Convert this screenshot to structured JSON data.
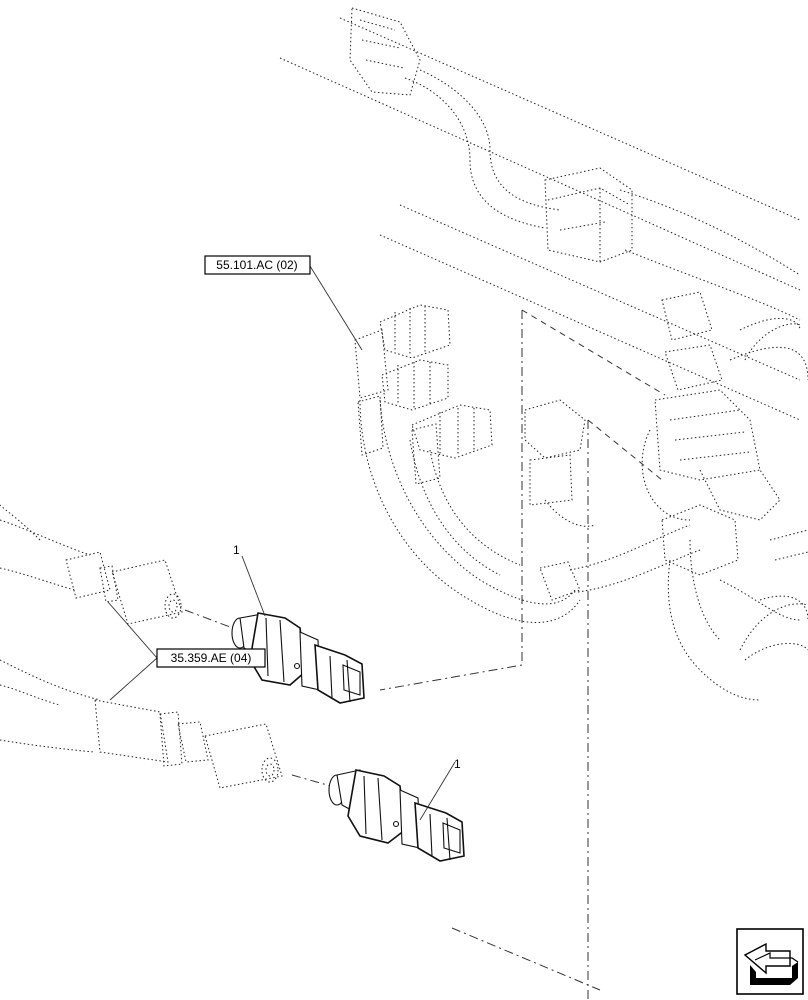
{
  "callouts": {
    "harness_ref": "55.101.AC (02)",
    "hose_ref": "35.359.AE (04)"
  },
  "item_labels": {
    "sensor_upper": "1",
    "sensor_lower": "1"
  },
  "nav_icon": "next-page-arrow-icon"
}
